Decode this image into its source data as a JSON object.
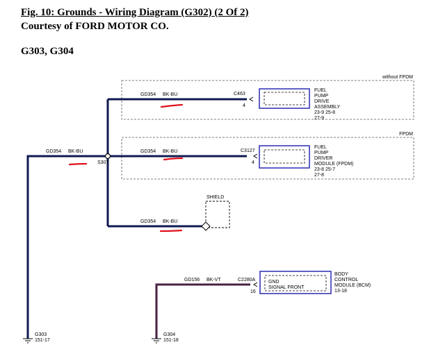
{
  "header": {
    "title": "Fig. 10: Grounds - Wiring Diagram (G302) (2 Of 2)",
    "courtesy": "Courtesy of FORD MOTOR CO.",
    "grounds": "G303, G304"
  },
  "boxes": {
    "without_fpdm": "without FPDM",
    "fpdm": "FPDM"
  },
  "wires": {
    "main": {
      "circuit": "GD354",
      "color": "BK-BU"
    },
    "fuel_pump": {
      "circuit": "GD354",
      "color": "BK-BU",
      "connector": "C463",
      "pin": "4"
    },
    "fpdm": {
      "circuit": "GD354",
      "color": "BK-BU",
      "connector": "C3127",
      "pin": "4"
    },
    "shield": {
      "circuit": "GD354",
      "color": "BK-BU"
    },
    "bcm": {
      "circuit": "GD156",
      "color": "BK-VT",
      "connector": "C2280A",
      "pin": "16"
    }
  },
  "splice": "S307",
  "shield_label": "SHIELD",
  "components": {
    "fuel_pump": {
      "lines": [
        "FUEL",
        "PUMP",
        "DRIVE",
        "ASSEMBLY"
      ],
      "refs": [
        "23-9   25-8",
        "27-9"
      ]
    },
    "fpdm": {
      "lines": [
        "FUEL",
        "PUMP",
        "DRIVER",
        "MODULE (FPDM)"
      ],
      "refs": [
        "23-8   25-7",
        "27-8"
      ]
    },
    "bcm": {
      "lines": [
        "BODY",
        "CONTROL",
        "MODULE (BCM)"
      ],
      "refs": [
        "13-18"
      ],
      "pin_lines": [
        "GND",
        "SIGNAL FRONT"
      ]
    }
  },
  "grounds": {
    "g303": {
      "name": "G303",
      "ref": "151-17"
    },
    "g304": {
      "name": "G304",
      "ref": "151-18"
    }
  },
  "colors": {
    "wire_bk_bu": "#101a50",
    "wire_bk_vt": "#4a2040",
    "module_outline": "#2a2ab4",
    "annotation_red": "#e0101a"
  }
}
